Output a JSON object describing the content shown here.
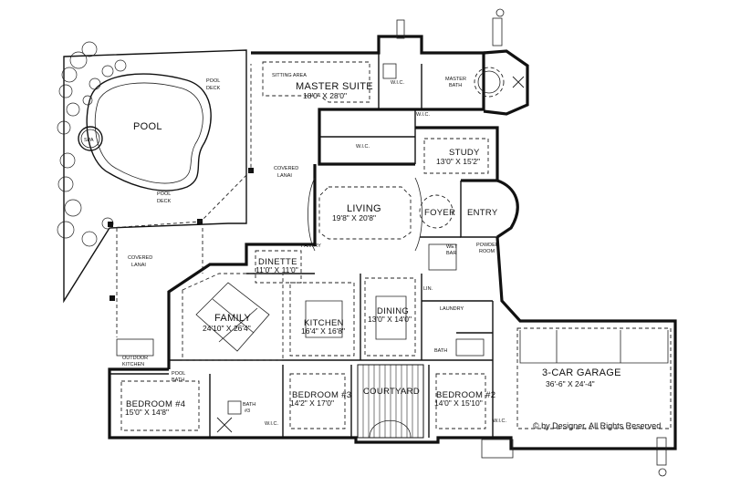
{
  "rooms": {
    "master_suite": {
      "name": "MASTER SUITE",
      "dim": "18'0\" X 28'0\""
    },
    "sitting_area": {
      "name": "SITTING AREA"
    },
    "master_bath": {
      "name_line1": "MASTER",
      "name_line2": "BATH"
    },
    "wic_1": {
      "name": "W.I.C."
    },
    "wic_2": {
      "name": "W.I.C."
    },
    "wic_3": {
      "name": "W.I.C."
    },
    "study": {
      "name": "STUDY",
      "dim": "13'0\" X 15'2\""
    },
    "living": {
      "name": "LIVING",
      "dim": "19'8\" X 20'8\""
    },
    "foyer": {
      "name": "FOYER"
    },
    "entry": {
      "name": "ENTRY"
    },
    "pool": {
      "name": "POOL"
    },
    "spa": {
      "name": "SPA"
    },
    "pool_deck_1": {
      "line1": "POOL",
      "line2": "DECK"
    },
    "pool_deck_2": {
      "line1": "POOL",
      "line2": "DECK"
    },
    "covered_lanai_1": {
      "line1": "COVERED",
      "line2": "LANAI"
    },
    "covered_lanai_2": {
      "line1": "COVERED",
      "line2": "LANAI"
    },
    "dinette": {
      "name": "DINETTE",
      "dim": "11'0\" X 11'0\""
    },
    "pantry": {
      "name": "PANTRY"
    },
    "wet_bar": {
      "line1": "WET",
      "line2": "BAR"
    },
    "powder_room": {
      "line1": "POWDER",
      "line2": "ROOM"
    },
    "family": {
      "name": "FAMILY",
      "dim": "24'10\" X 26'4\""
    },
    "kitchen": {
      "name": "KITCHEN",
      "dim": "16'4\" X 16'8\""
    },
    "dining": {
      "name": "DINING",
      "dim": "13'0\" X 14'0\""
    },
    "laundry": {
      "name": "LAUNDRY"
    },
    "linen": {
      "name": "LIN."
    },
    "bath_2": {
      "name": "BATH"
    },
    "outdoor_kitchen": {
      "line1": "OUTDOOR",
      "line2": "KITCHEN"
    },
    "pool_bath": {
      "line1": "POOL",
      "line2": "BATH"
    },
    "bedroom_4": {
      "name": "BEDROOM #4",
      "dim": "15'0\" X 14'8\""
    },
    "bath_3": {
      "line1": "BATH",
      "line2": "#3"
    },
    "wic_4": {
      "name": "W.I.C."
    },
    "bedroom_3": {
      "name": "BEDROOM #3",
      "dim": "14'2\" X 17'0\""
    },
    "courtyard": {
      "name": "COURTYARD"
    },
    "bedroom_2": {
      "name": "BEDROOM #2",
      "dim": "14'0\" X 15'10\""
    },
    "wic_5": {
      "name": "W.I.C."
    },
    "garage": {
      "name": "3-CAR GARAGE",
      "dim": "36'-6\" X 24'-4\""
    }
  },
  "copyright": "© by Designer, All Rights Reserved"
}
